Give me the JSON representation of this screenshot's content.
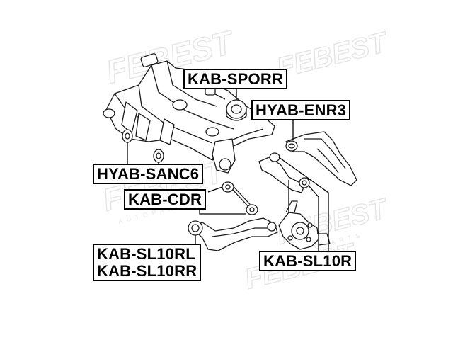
{
  "watermark": {
    "brand": "FEBEST",
    "sub": "AUTOPARTS"
  },
  "callouts": {
    "kab_sporr": "KAB-SPORR",
    "hyab_enr3": "HYAB-ENR3",
    "hyab_sanc6": "HYAB-SANC6",
    "kab_cdr": "KAB-CDR",
    "kab_sl10r": "KAB-SL10R",
    "kab_sl10rl": "KAB-SL10RL",
    "kab_sl10rr": "KAB-SL10RR"
  }
}
